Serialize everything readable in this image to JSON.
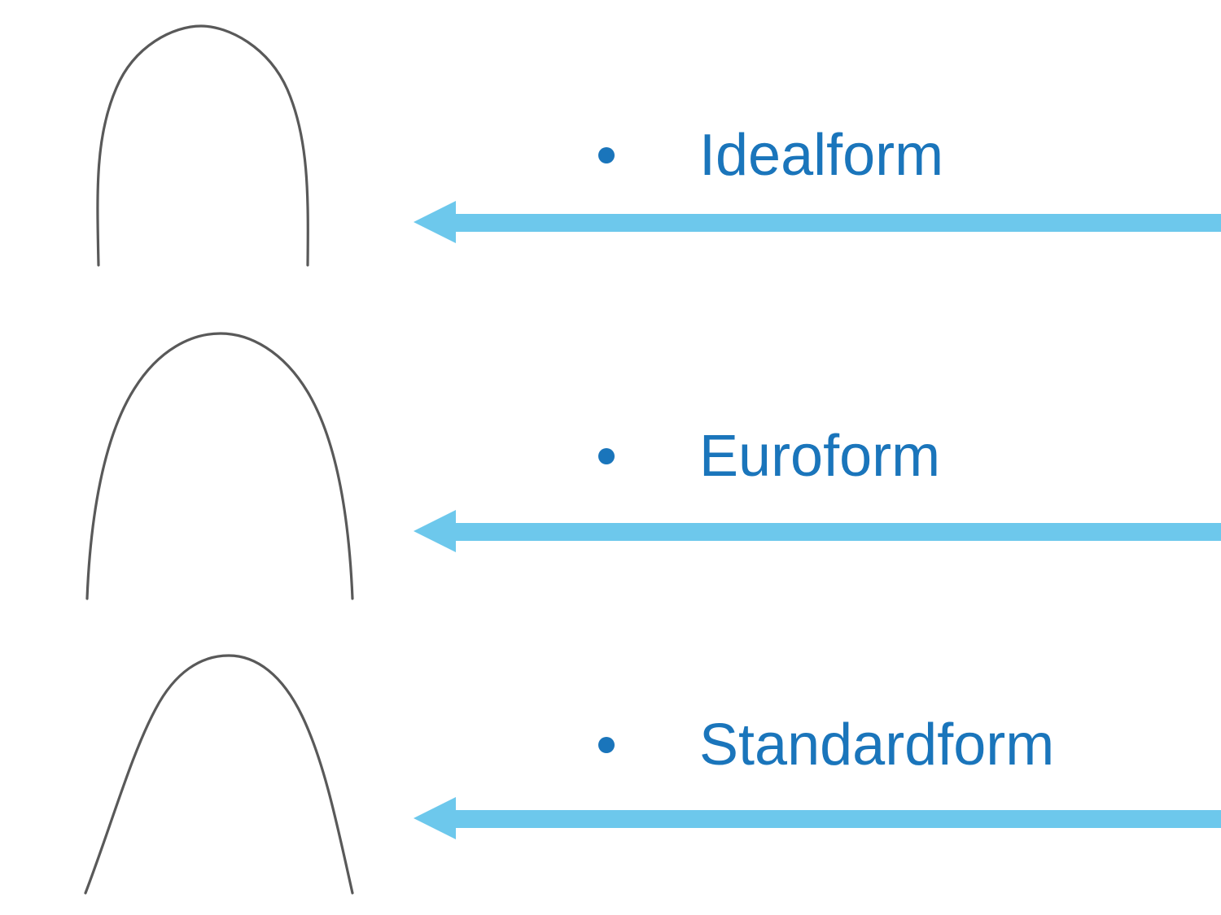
{
  "slide": {
    "background_color": "#ffffff",
    "accent_text_color": "#1A75BB",
    "arrow_color": "#6DC8EC",
    "arch_stroke_color": "#595959",
    "title": ""
  },
  "items": [
    {
      "label": "Idealform",
      "bullet": "•",
      "arch_name": "idealform-archwire",
      "arch_shape": "tall narrow U-shape with near-vertical parallel legs and rounded apex",
      "arrow_direction": "left"
    },
    {
      "label": "Euroform",
      "bullet": "•",
      "arch_name": "euroform-archwire",
      "arch_shape": "ovoid parabolic arch, wider than idealform with gently curved legs",
      "arrow_direction": "left"
    },
    {
      "label": "Standardform",
      "bullet": "•",
      "arch_name": "standardform-archwire",
      "arch_shape": "tapered arch with flat broad apex and straight outward-flaring legs",
      "arrow_direction": "left"
    }
  ]
}
